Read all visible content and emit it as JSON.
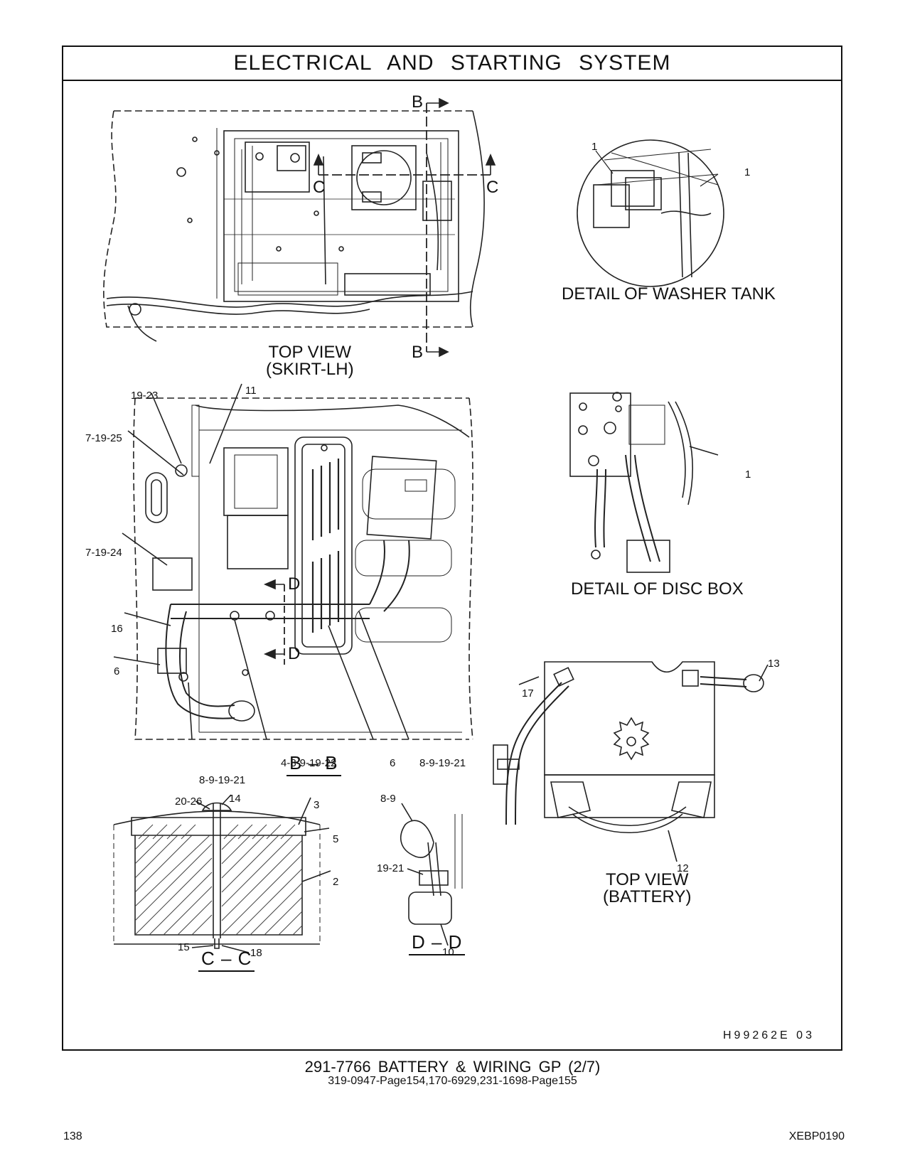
{
  "header": {
    "title": "ELECTRICAL AND STARTING SYSTEM"
  },
  "views": {
    "top_skirt": {
      "label_1": "TOP VIEW",
      "label_2": "(SKIRT-LH)"
    },
    "washer_tank": {
      "label": "DETAIL OF WASHER TANK",
      "callouts": [
        "1",
        "1"
      ]
    },
    "disc_box": {
      "label": "DETAIL OF DISC BOX",
      "callouts": [
        "1"
      ]
    },
    "section_bb": {
      "label": "B – B"
    },
    "section_cc": {
      "label": "C – C"
    },
    "section_dd": {
      "label": "D – D"
    },
    "top_battery": {
      "label_1": "TOP VIEW",
      "label_2": "(BATTERY)"
    }
  },
  "section_marks": {
    "b": "B",
    "c": "C",
    "d": "D"
  },
  "callouts": {
    "c_19_23": "19-23",
    "c_11": "11",
    "c_7_19_25": "7-19-25",
    "c_7_19_24": "7-19-24",
    "c_16": "16",
    "c_6a": "6",
    "c_8_9_19_21a": "8-9-19-21",
    "c_4_8_9_19_22": "4-8-9-19-22",
    "c_6b": "6",
    "c_8_9_19_21b": "8-9-19-21",
    "c_13": "13",
    "c_17": "17",
    "c_12": "12",
    "c_20_26": "20-26",
    "c_14": "14",
    "c_3": "3",
    "c_5": "5",
    "c_2": "2",
    "c_15": "15",
    "c_18": "18",
    "c_8_9": "8-9",
    "c_19_21": "19-21",
    "c_10": "10"
  },
  "drawing_ref": "H99262E 03",
  "footer": {
    "part_line": "291-7766 BATTERY & WIRING GP (2/7)",
    "ref_line": "319-0947-Page154,170-6929,231-1698-Page155",
    "page_number": "138",
    "doc_id": "XEBP0190"
  }
}
